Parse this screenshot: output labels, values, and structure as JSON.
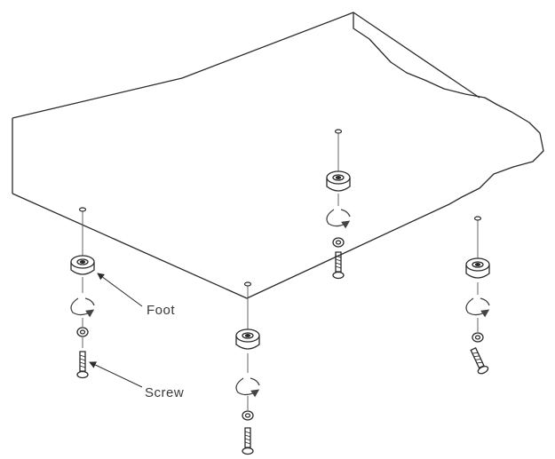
{
  "labels": {
    "foot": "Foot",
    "screw": "Screw"
  },
  "parts": [
    {
      "name": "front-left",
      "callouts": [
        "foot",
        "screw"
      ]
    },
    {
      "name": "front-center",
      "callouts": []
    },
    {
      "name": "back-center",
      "callouts": []
    },
    {
      "name": "right",
      "callouts": []
    }
  ],
  "colors": {
    "line": "#2b2b2b",
    "shade": "#555555",
    "background": "#ffffff",
    "label": "#3a3a3a"
  }
}
